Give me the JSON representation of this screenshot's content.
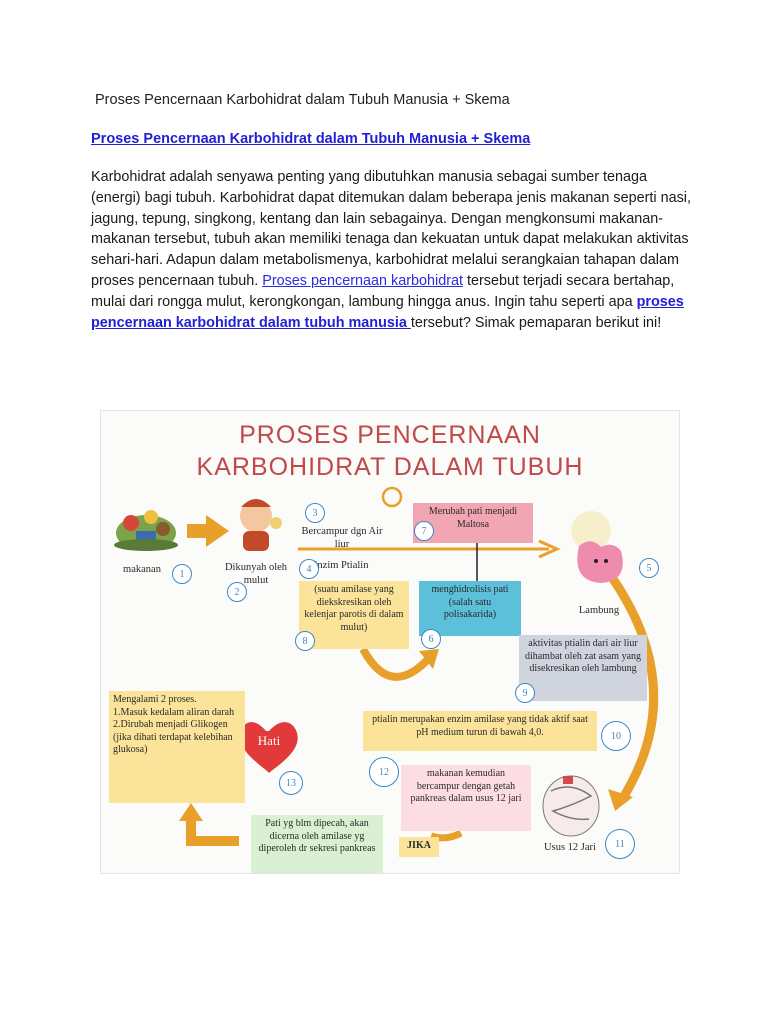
{
  "document": {
    "title": "Proses Pencernaan Karbohidrat dalam Tubuh Manusia + Skema",
    "heading_link": "Proses Pencernaan Karbohidrat dalam Tubuh Manusia + Skema",
    "paragraph": {
      "text_1": "Karbohidrat adalah senyawa penting yang dibutuhkan manusia sebagai sumber tenaga (energi) bagi tubuh. Karbohidrat dapat ditemukan dalam beberapa jenis makanan seperti nasi, jagung, tepung, singkong, kentang dan lain sebagainya. Dengan mengkonsumi makanan-makanan tersebut, tubuh akan memiliki tenaga dan kekuatan untuk dapat melakukan aktivitas sehari-hari. Adapun dalam metabolismenya, karbohidrat melalui serangkaian tahapan dalam proses pencernaan tubuh. ",
      "link_1": "Proses pencernaan karbohidrat",
      "text_2": " tersebut terjadi secara bertahap, mulai dari rongga mulut, kerongkongan, lambung hingga anus. Ingin tahu seperti apa ",
      "link_2": "proses pencernaan karbohidrat dalam tubuh manusia ",
      "text_3": "tersebut? Simak pemaparan berikut ini!"
    }
  },
  "infographic": {
    "title_line1": "PROSES PENCERNAAN",
    "title_line2": "KARBOHIDRAT DALAM TUBUH",
    "labels": {
      "makanan": "makanan",
      "dikunyah": "Dikunyah oleh mulut",
      "bercampur": "Bercampur dgn Air liur",
      "enzim": "Enzim Ptialin",
      "lambung": "Lambung",
      "hati": "Hati",
      "usus": "Usus 12 Jari",
      "jika": "JIKA"
    },
    "boxes": {
      "amilase": "(suatu amilase yang diekskresikan oleh kelenjar parotis di dalam mulut)",
      "merubah": "Merubah pati menjadi Maltosa",
      "menghidrolisis": "menghidrolisis pati (salah satu polisakarida)",
      "aktivitas": "aktivitas ptialin dari air liur dihambat oleh zat asam yang disekresikan oleh lambung",
      "ptialin": "ptialin merupakan enzim amilase yang tidak aktif saat pH medium turun di bawah 4,0.",
      "mengalami": "Mengalami 2 proses.\n1.Masuk kedalam aliran darah\n2.Dirubah menjadi Glikogen (jika dihati terdapat kelebihan glukosa)",
      "makanan_kemudian": "makanan kemudian bercampur dengan getah pankreas dalam usus 12 jari",
      "pati": "Pati yg blm dipecah, akan dicerna oleh amilase yg diperoleh dr sekresi pankreas"
    },
    "numbers": [
      "1",
      "2",
      "3",
      "4",
      "5",
      "6",
      "7",
      "8",
      "9",
      "10",
      "11",
      "12",
      "13"
    ],
    "colors": {
      "title": "#c04a4a",
      "arrow": "#e8a02a",
      "yellow_box": "#fbe39a",
      "pink_box": "#f2a6b4",
      "blue_box": "#5cc0da",
      "gray_box": "#cfd4df",
      "green_box": "#d9f0d2",
      "light_pink_box": "#fbdde3",
      "number_circle": "#3d88c4",
      "heart": "#e23a3a"
    }
  }
}
